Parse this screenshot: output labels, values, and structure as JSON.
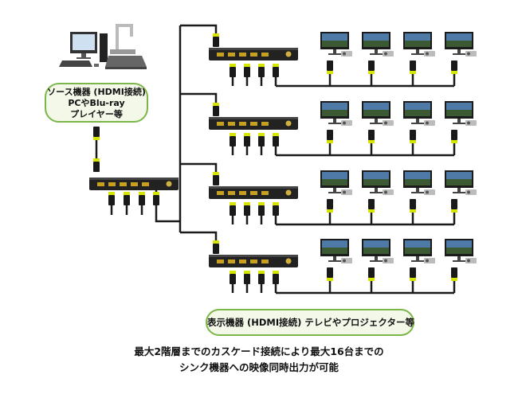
{
  "source_label": {
    "line1": "ソース機器 (HDMI接続)",
    "line2": "PCやBlu-ray",
    "line3": "プレイヤー等"
  },
  "display_label": "表示機器 (HDMI接続) テレビやプロジェクター等",
  "caption": {
    "line1": "最大2階層までのカスケード接続により最大16台までの",
    "line2": "シンク機器への映像同時出力が可能"
  },
  "colors": {
    "accent_border": "#7ab648",
    "accent_fill": "#f3f8e9",
    "cable": "#1a1a1a",
    "connector_tip": "#d7e600",
    "device_body": "#2a2a2a"
  },
  "icons": {
    "source_pc": "desktop-computer-icon",
    "source_player": "media-player-icon",
    "splitter": "hdmi-splitter-icon",
    "display": "monitor-icon",
    "projector": "projector-icon",
    "connector": "hdmi-connector-icon"
  }
}
